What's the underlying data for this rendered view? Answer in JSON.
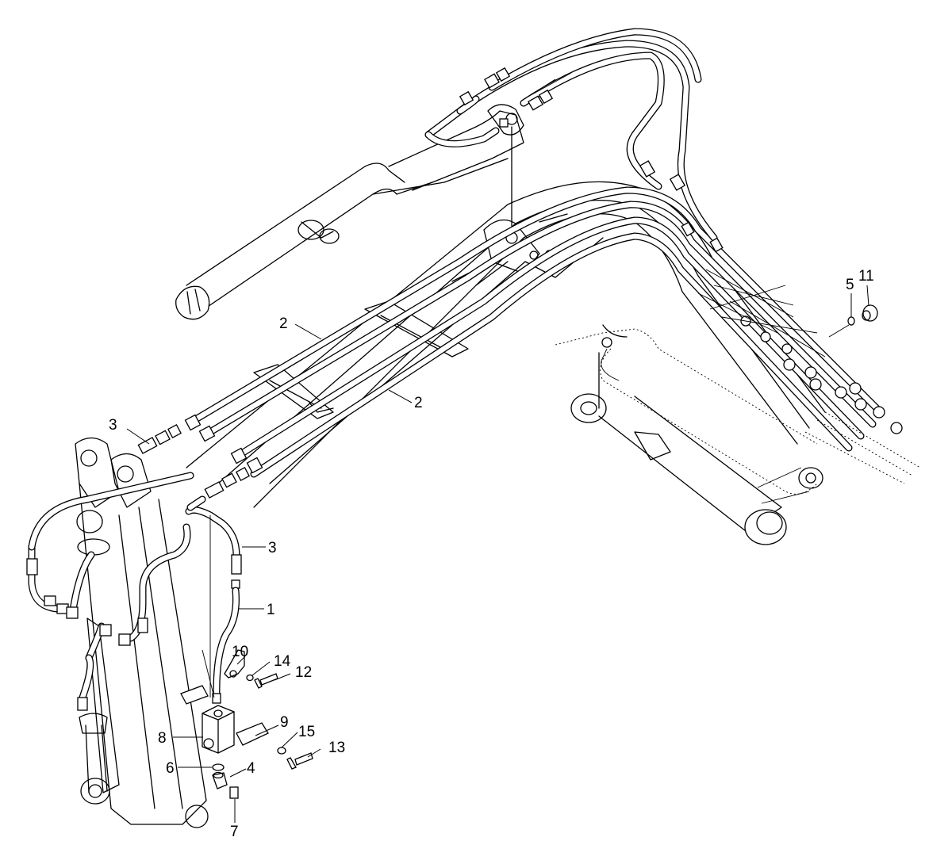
{
  "diagram": {
    "callouts": [
      {
        "id": "c1",
        "text": "1"
      },
      {
        "id": "c2a",
        "text": "2"
      },
      {
        "id": "c2b",
        "text": "2"
      },
      {
        "id": "c3a",
        "text": "3"
      },
      {
        "id": "c3b",
        "text": "3"
      },
      {
        "id": "c4",
        "text": "4"
      },
      {
        "id": "c5",
        "text": "5"
      },
      {
        "id": "c6",
        "text": "6"
      },
      {
        "id": "c7",
        "text": "7"
      },
      {
        "id": "c8",
        "text": "8"
      },
      {
        "id": "c9",
        "text": "9"
      },
      {
        "id": "c10",
        "text": "10"
      },
      {
        "id": "c11",
        "text": "11"
      },
      {
        "id": "c12",
        "text": "12"
      },
      {
        "id": "c13",
        "text": "13"
      },
      {
        "id": "c14",
        "text": "14"
      },
      {
        "id": "c15",
        "text": "15"
      }
    ]
  }
}
